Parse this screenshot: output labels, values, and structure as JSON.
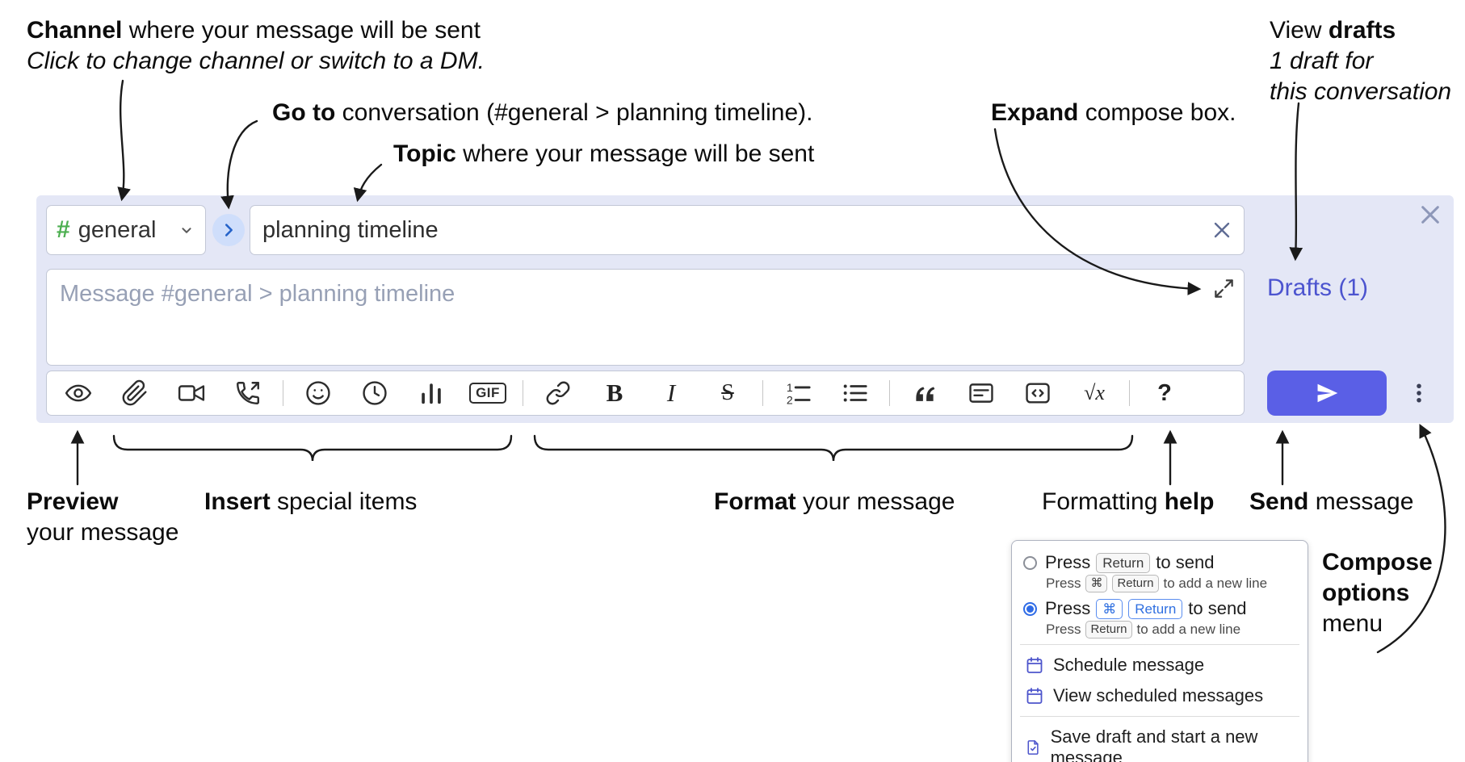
{
  "annotations": {
    "channel": {
      "lead": "Channel",
      "rest": " where your message will be sent",
      "sub": "Click to change channel or switch to a DM."
    },
    "goto": {
      "lead": "Go to",
      "rest": " conversation (#general > planning timeline)."
    },
    "topic": {
      "lead": "Topic",
      "rest": " where your message will be sent"
    },
    "expand": {
      "lead": "Expand",
      "rest": " compose box."
    },
    "drafts": {
      "pre": "View ",
      "lead": "drafts",
      "sub1": "1 draft for",
      "sub2": "this conversation"
    },
    "preview": {
      "lead": "Preview",
      "rest": "your message"
    },
    "insert": {
      "lead": "Insert",
      "rest": " special items"
    },
    "format": {
      "lead": "Format",
      "rest": " your message"
    },
    "help": {
      "pre": "Formatting ",
      "lead": "help"
    },
    "send": {
      "lead": "Send",
      "rest": " message"
    },
    "compose_options": {
      "line1": "Compose",
      "line2": "options",
      "line3": "menu"
    }
  },
  "compose": {
    "channel_hash": "#",
    "channel_name": "general",
    "topic_value": "planning timeline",
    "message_placeholder": "Message #general > planning timeline",
    "drafts_label": "Drafts (1)"
  },
  "toolbar": {
    "groups": [
      [
        "preview",
        "attach",
        "video-call",
        "voice-call"
      ],
      [
        "emoji",
        "time",
        "poll",
        "gif"
      ],
      [
        "link",
        "bold",
        "italic",
        "strikethrough"
      ],
      [
        "numbered-list",
        "bulleted-list"
      ],
      [
        "quote",
        "spoiler",
        "code",
        "math"
      ],
      [
        "help"
      ]
    ],
    "glyphs": {
      "bold": "B",
      "italic": "I",
      "strikethrough": "S",
      "math": "√x",
      "help": "?",
      "gif": "GIF"
    }
  },
  "popup": {
    "opt1": {
      "press": "Press",
      "key": "Return",
      "tail": "to send"
    },
    "opt1_sub": {
      "press": "Press",
      "key1": "⌘",
      "key2": "Return",
      "tail": "to add a new line"
    },
    "opt2": {
      "press": "Press",
      "key1": "⌘",
      "key2": "Return",
      "tail": "to send"
    },
    "opt2_sub": {
      "press": "Press",
      "key": "Return",
      "tail": "to add a new line"
    },
    "items": {
      "schedule": "Schedule message",
      "view_scheduled": "View scheduled messages",
      "save_draft": "Save draft and start a new message"
    }
  },
  "colors": {
    "accent": "#5a5fe6",
    "link": "#4c54cf",
    "channel_green": "#4caf50",
    "compose_bg": "#e4e7f6",
    "popup_blue": "#2e6be6"
  }
}
